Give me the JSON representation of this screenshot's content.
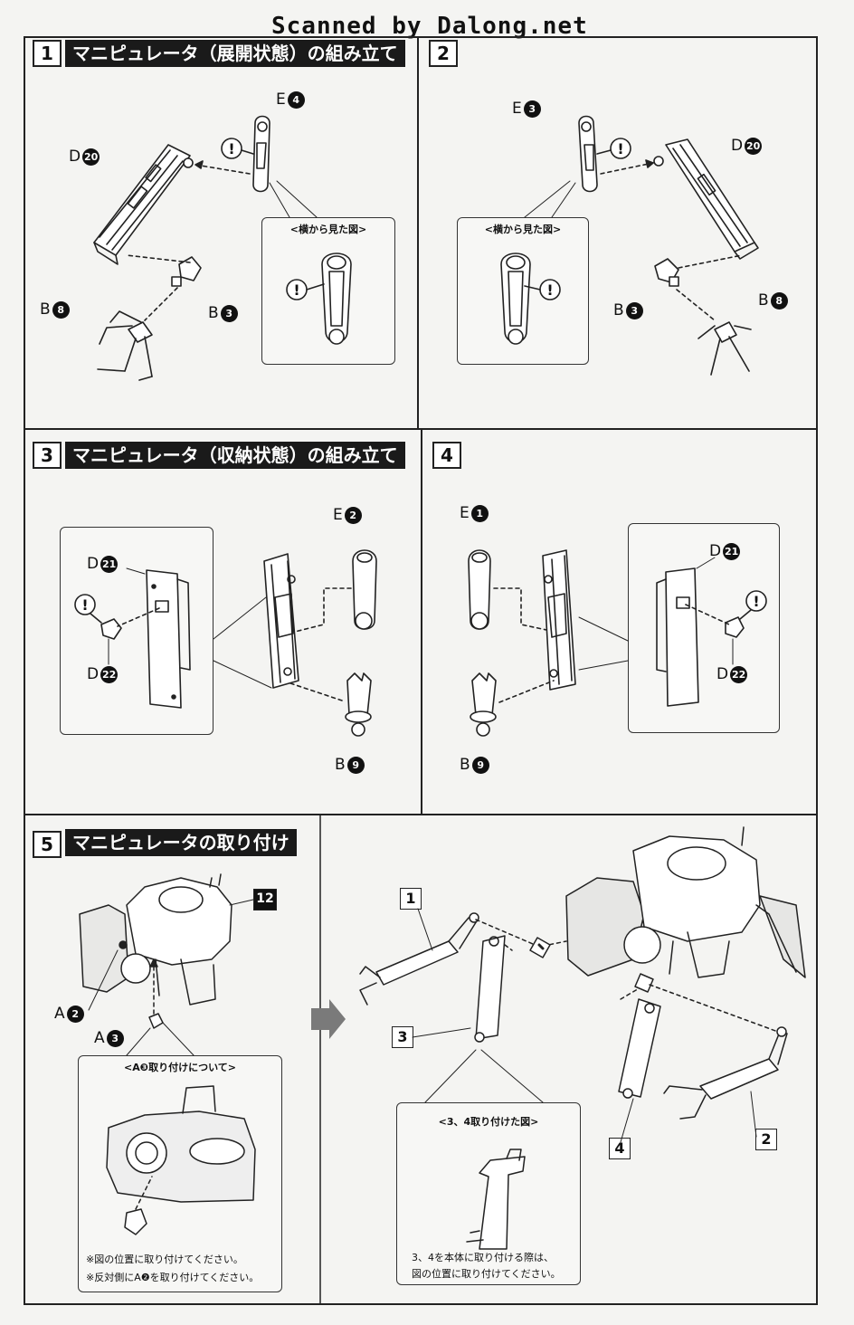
{
  "watermark": "Scanned by Dalong.net",
  "steps": [
    {
      "num": "1",
      "title": "マニピュレータ（展開状態）の組み立て",
      "inset_title": "<横から見た図>",
      "parts": [
        {
          "letter": "E",
          "num": "4"
        },
        {
          "letter": "D",
          "num": "20"
        },
        {
          "letter": "B",
          "num": "8"
        },
        {
          "letter": "B",
          "num": "3"
        }
      ]
    },
    {
      "num": "2",
      "inset_title": "<横から見た図>",
      "parts": [
        {
          "letter": "E",
          "num": "3"
        },
        {
          "letter": "D",
          "num": "20"
        },
        {
          "letter": "B",
          "num": "3"
        },
        {
          "letter": "B",
          "num": "8"
        }
      ]
    },
    {
      "num": "3",
      "title": "マニピュレータ（収納状態）の組み立て",
      "parts": [
        {
          "letter": "D",
          "num": "21"
        },
        {
          "letter": "D",
          "num": "22"
        },
        {
          "letter": "E",
          "num": "2"
        },
        {
          "letter": "B",
          "num": "9"
        }
      ]
    },
    {
      "num": "4",
      "parts": [
        {
          "letter": "E",
          "num": "1"
        },
        {
          "letter": "B",
          "num": "9"
        },
        {
          "letter": "D",
          "num": "21"
        },
        {
          "letter": "D",
          "num": "22"
        }
      ]
    },
    {
      "num": "5",
      "title": "マニピュレータの取り付け",
      "ref_step": "12",
      "parts": [
        {
          "letter": "A",
          "num": "2"
        },
        {
          "letter": "A",
          "num": "3"
        }
      ],
      "inset_a": {
        "title": "<A❸取り付けについて>",
        "notes": [
          "※図の位置に取り付けてください。",
          "※反対側にA❷を取り付けてください。"
        ]
      },
      "inset_b": {
        "title": "<3、4取り付けた図>",
        "notes": [
          "3、4を本体に取り付ける際は、",
          "図の位置に取り付けてください。"
        ]
      },
      "callouts": [
        "1",
        "3",
        "4",
        "2"
      ]
    }
  ]
}
